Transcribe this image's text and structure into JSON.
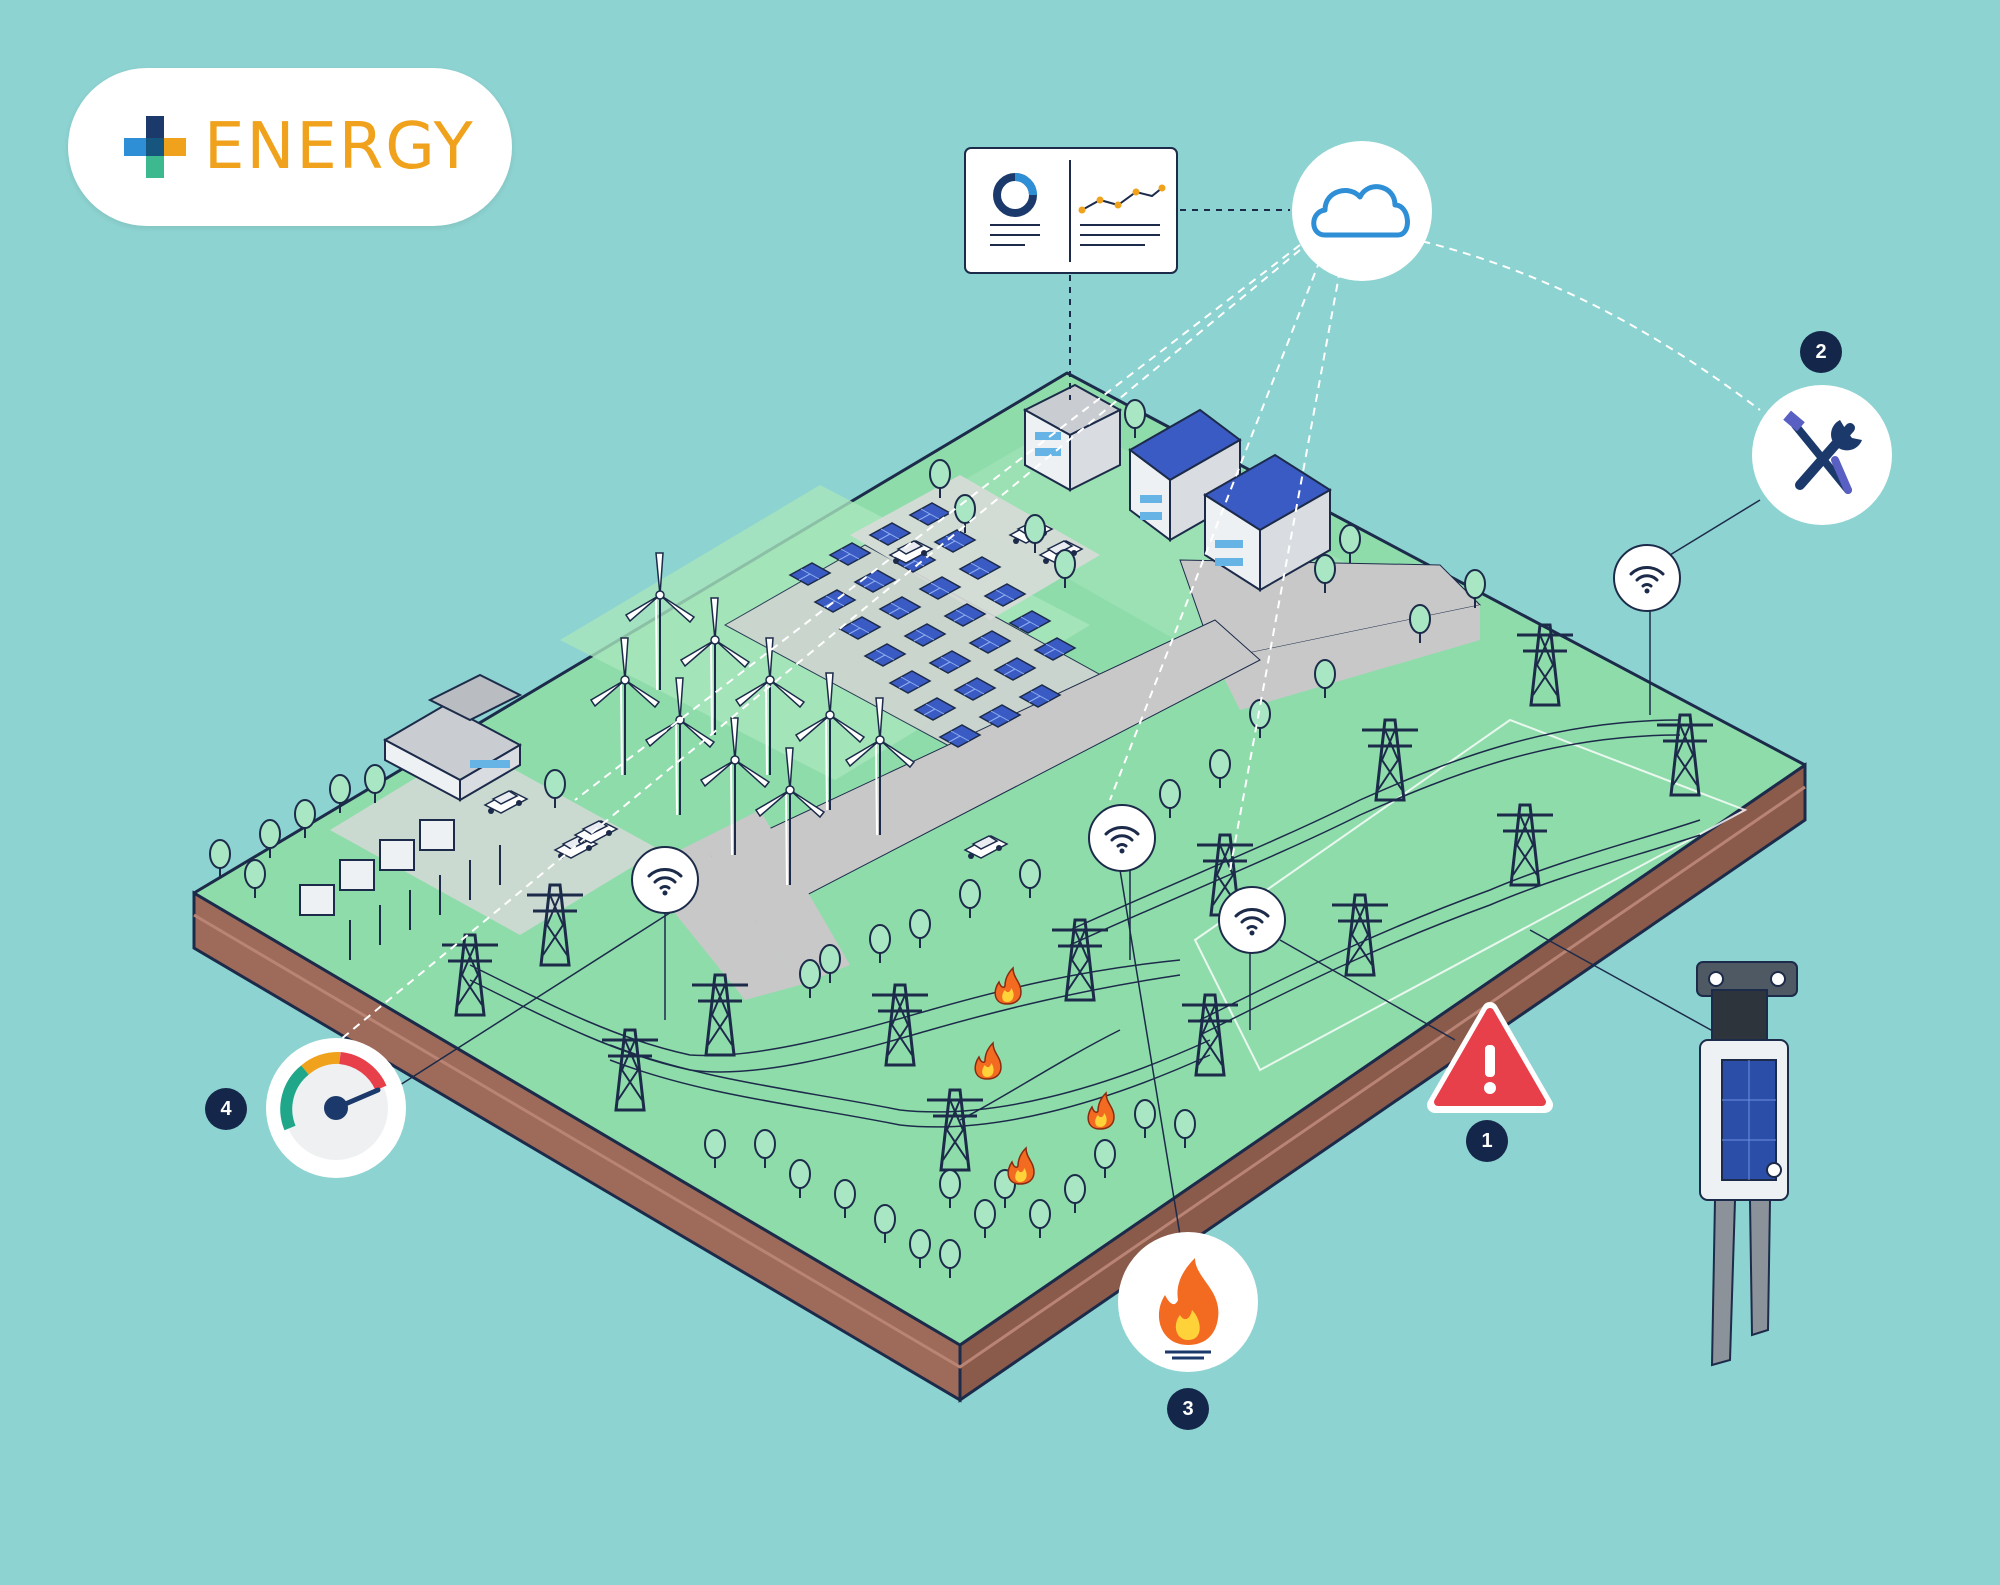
{
  "brand": {
    "name": "ENERGY",
    "colors": {
      "text": "#f0a21c",
      "cross_top": "#1b3a6b",
      "cross_left": "#2e8fd6",
      "cross_right": "#f0a21c",
      "cross_bottom": "#3db98f"
    }
  },
  "colors": {
    "background": "#8dd3d1",
    "ground": "#8fdcab",
    "soil": "#9e6a5a",
    "outline": "#1c2b4a",
    "alert_red": "#e8404a",
    "fire_orange": "#f36b21",
    "badge_navy": "#14264a",
    "solar_blue": "#3b5bc4",
    "road_gray": "#c8c8c8"
  },
  "icons": {
    "cloud": "cloud-icon",
    "dashboard": "dashboard-icon",
    "tools": "tools-icon",
    "alert": "alert-icon",
    "fire": "fire-icon",
    "gauge": "gauge-icon",
    "wifi": "wifi-icon",
    "sensor": "sensor-device-icon"
  },
  "callouts": [
    {
      "number": "1",
      "icon": "alert-icon"
    },
    {
      "number": "2",
      "icon": "tools-icon"
    },
    {
      "number": "3",
      "icon": "fire-icon"
    },
    {
      "number": "4",
      "icon": "gauge-icon"
    }
  ]
}
